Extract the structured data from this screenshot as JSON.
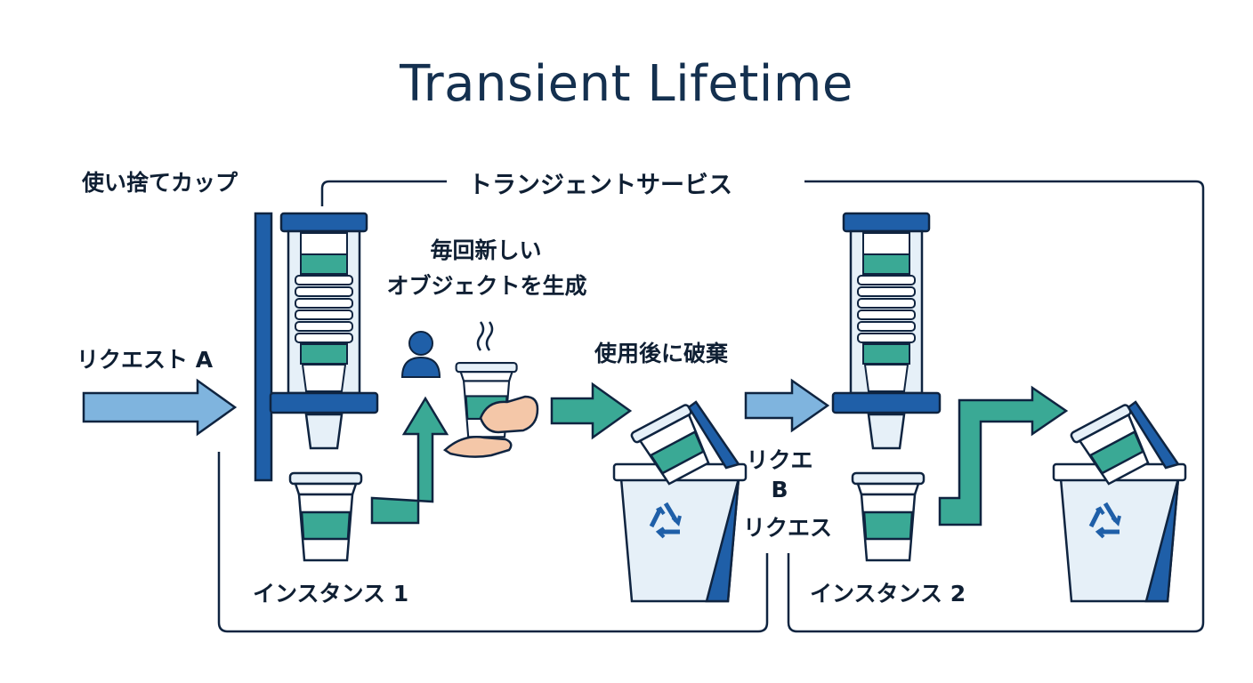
{
  "title": "Transient Lifetime",
  "labels": {
    "disposable_cup": "使い捨てカップ",
    "transient_service": "トランジェントサービス",
    "request_a": "リクエスト A",
    "new_object_line1": "毎回新しい",
    "new_object_line2": "オブジェクトを生成",
    "discard_after_use": "使用後に破棄",
    "request_b_line1": "リクエ",
    "request_b_line2": "B",
    "request_b_line3": "リクエス",
    "instance_1": "インスタンス 1",
    "instance_2": "インスタンス 2"
  },
  "icons": [
    "cup-dispenser-icon",
    "coffee-cup-icon",
    "person-icon",
    "hand-icon",
    "steam-icon",
    "trash-bin-icon",
    "recycle-icon",
    "arrow-icon"
  ],
  "colors": {
    "navy": "#1f5fa8",
    "light_blue": "#7fb4de",
    "teal": "#3aa995",
    "pale": "#e6f0f8",
    "outline": "#0f2440"
  }
}
